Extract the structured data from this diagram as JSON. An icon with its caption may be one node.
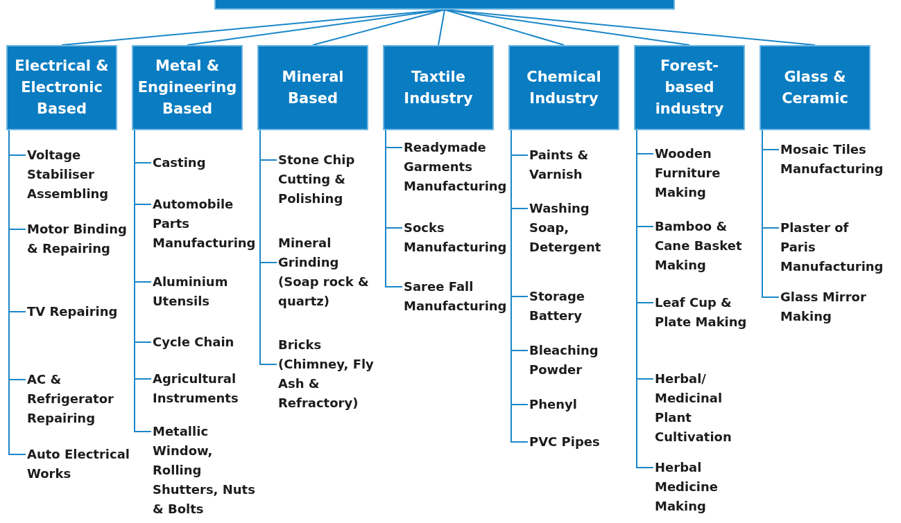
{
  "diagram": {
    "nodes": [
      {
        "text": [],
        "shape": "box"
      },
      {
        "text": [
          "Electrical & Electronic Based"
        ]
      },
      {
        "text": [
          "Metal & Engineering Based"
        ]
      },
      {
        "text": [
          "Mineral Based"
        ]
      },
      {
        "text": [
          "Taxtile Industry"
        ]
      },
      {
        "text": [
          "Chemical Industry"
        ]
      },
      {
        "text": [
          "Forest-based industry"
        ]
      },
      {
        "text": [
          "Glass & Ceramic"
        ]
      },
      {
        "text": [
          "Voltage Stabiliser Assembling"
        ]
      },
      {
        "text": [
          "Motor Binding & Repairing"
        ]
      },
      {
        "text": [
          "TV Repairing"
        ]
      },
      {
        "text": [
          "AC & Refrigerator Repairing"
        ]
      },
      {
        "text": [
          "Auto Electrical Works"
        ]
      },
      {
        "text": [
          "Casting"
        ]
      },
      {
        "text": [
          "Automobile Parts Manufacturing"
        ]
      },
      {
        "text": [
          "Aluminium Utensils"
        ]
      },
      {
        "text": [
          "Cycle Chain"
        ]
      },
      {
        "text": [
          "Agricultural Instruments"
        ]
      },
      {
        "text": [
          "Metallic Window, Rolling Shutters, Nuts & Bolts"
        ]
      },
      {
        "text": [
          "Stone Chip Cutting & Polishing"
        ]
      },
      {
        "text": [
          "Mineral Grinding (Soap rock & quartz)"
        ]
      },
      {
        "text": [
          "Bricks (Chimney, Fly Ash & Refractory)"
        ]
      },
      {
        "text": [
          "Readymade Garments Manufacturing"
        ]
      },
      {
        "text": [
          "Socks Manufacturing"
        ]
      },
      {
        "text": [
          "Saree Fall Manufacturing"
        ]
      },
      {
        "text": [
          "Paints & Varnish"
        ]
      },
      {
        "text": [
          "Washing Soap, Detergent"
        ]
      },
      {
        "text": [
          "Storage Battery"
        ]
      },
      {
        "text": [
          "Bleaching Powder"
        ]
      },
      {
        "text": [
          "Phenyl"
        ]
      },
      {
        "text": [
          "PVC Pipes"
        ]
      },
      {
        "text": [
          "Wooden Furniture Making"
        ]
      },
      {
        "text": [
          "Bamboo & Cane Basket Making"
        ]
      },
      {
        "text": [
          "Leaf Cup & Plate Making"
        ]
      },
      {
        "text": [
          "Herbal/ Medicinal Plant Cultivation"
        ]
      },
      {
        "text": [
          "Herbal Medicine Making"
        ]
      },
      {
        "text": [
          "Mosaic Tiles Manufacturing"
        ]
      },
      {
        "text": [
          "Plaster of Paris Manufacturing"
        ]
      },
      {
        "text": [
          "Glass Mirror Making"
        ]
      }
    ],
    "edges": [
      {
        "from": 0,
        "to": 1,
        "arrow": "none"
      },
      {
        "from": 0,
        "to": 2,
        "arrow": "none"
      },
      {
        "from": 0,
        "to": 3,
        "arrow": "none"
      },
      {
        "from": 0,
        "to": 4,
        "arrow": "none"
      },
      {
        "from": 0,
        "to": 5,
        "arrow": "none"
      },
      {
        "from": 0,
        "to": 6,
        "arrow": "none"
      },
      {
        "from": 0,
        "to": 7,
        "arrow": "none"
      },
      {
        "from": 1,
        "to": 8,
        "arrow": "none"
      },
      {
        "from": 1,
        "to": 9,
        "arrow": "none"
      },
      {
        "from": 1,
        "to": 10,
        "arrow": "none"
      },
      {
        "from": 1,
        "to": 11,
        "arrow": "none"
      },
      {
        "from": 1,
        "to": 12,
        "arrow": "none"
      },
      {
        "from": 2,
        "to": 13,
        "arrow": "none"
      },
      {
        "from": 2,
        "to": 14,
        "arrow": "none"
      },
      {
        "from": 2,
        "to": 15,
        "arrow": "none"
      },
      {
        "from": 2,
        "to": 16,
        "arrow": "none"
      },
      {
        "from": 2,
        "to": 17,
        "arrow": "none"
      },
      {
        "from": 2,
        "to": 18,
        "arrow": "none"
      },
      {
        "from": 3,
        "to": 19,
        "arrow": "none"
      },
      {
        "from": 3,
        "to": 20,
        "arrow": "none"
      },
      {
        "from": 3,
        "to": 21,
        "arrow": "none"
      },
      {
        "from": 4,
        "to": 22,
        "arrow": "none"
      },
      {
        "from": 4,
        "to": 23,
        "arrow": "none"
      },
      {
        "from": 4,
        "to": 24,
        "arrow": "none"
      },
      {
        "from": 5,
        "to": 25,
        "arrow": "none"
      },
      {
        "from": 5,
        "to": 26,
        "arrow": "none"
      },
      {
        "from": 5,
        "to": 27,
        "arrow": "none"
      },
      {
        "from": 5,
        "to": 28,
        "arrow": "none"
      },
      {
        "from": 5,
        "to": 29,
        "arrow": "none"
      },
      {
        "from": 5,
        "to": 30,
        "arrow": "none"
      },
      {
        "from": 6,
        "to": 31,
        "arrow": "none"
      },
      {
        "from": 6,
        "to": 32,
        "arrow": "none"
      },
      {
        "from": 6,
        "to": 33,
        "arrow": "none"
      },
      {
        "from": 6,
        "to": 34,
        "arrow": "none"
      },
      {
        "from": 6,
        "to": 35,
        "arrow": "none"
      },
      {
        "from": 7,
        "to": 36,
        "arrow": "none"
      },
      {
        "from": 7,
        "to": 37,
        "arrow": "none"
      },
      {
        "from": 7,
        "to": 38,
        "arrow": "none"
      }
    ]
  }
}
